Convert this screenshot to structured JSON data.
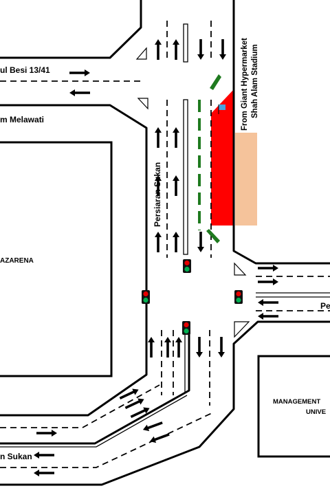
{
  "roads": {
    "jalan_besi": "ul Besi 13/41",
    "melawati": "m Melawati",
    "persiaran_sukan": "Persiaran Sukan",
    "persiaran_east": "Pe",
    "sukan_sw": "n Sukan"
  },
  "buildings": {
    "arena": "AZARENA",
    "management_line1": "MANAGEMENT",
    "management_line2": "UNIVE"
  },
  "annotation": {
    "line1": "From Giant Hypermarket",
    "line2": "Shah Alam Stadium"
  },
  "colors": {
    "closure_zone": "#ff0000",
    "parking_zone": "#f5c39b",
    "diversion": "#1f7a1f",
    "signal_red": "#e60000",
    "signal_green": "#00b050",
    "marker": "#4aa3df"
  },
  "icons": {
    "signal": "traffic-light-icon",
    "arrow": "lane-arrow-icon",
    "flag": "flag-marker-icon"
  },
  "traffic_lights_count": 4
}
